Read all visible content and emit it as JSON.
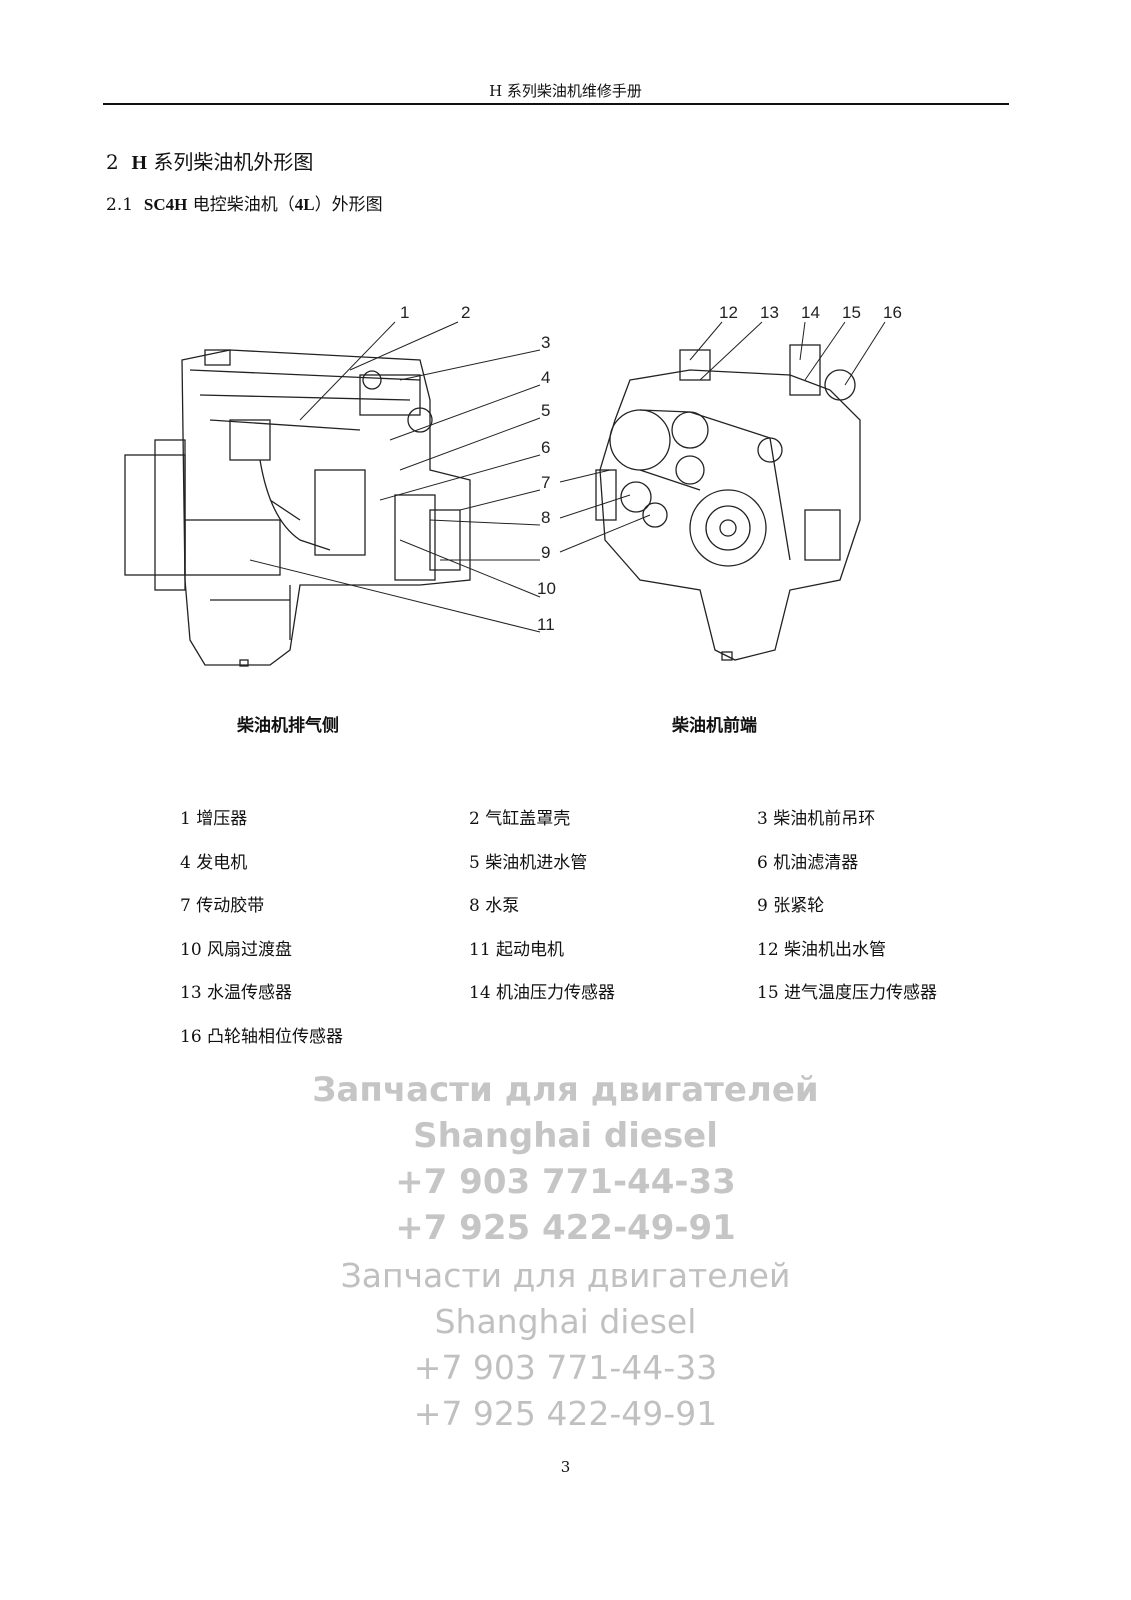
{
  "header": {
    "title": "H 系列柴油机维修手册"
  },
  "section": {
    "number": "2",
    "title_bold": "H",
    "title": "系列柴油机外形图"
  },
  "subsection": {
    "number": "2.1",
    "model": "SC4H",
    "title": "电控柴油机（",
    "variant": "4L",
    "title_end": "）外形图"
  },
  "figure": {
    "callouts_left": [
      "1",
      "2",
      "3",
      "4",
      "5",
      "6",
      "7",
      "8",
      "9",
      "10",
      "11"
    ],
    "callouts_right": [
      "12",
      "13",
      "14",
      "15",
      "16"
    ],
    "caption_left": "柴油机排气侧",
    "caption_right": "柴油机前端"
  },
  "legend": [
    "1 增压器",
    "2 气缸盖罩壳",
    "3 柴油机前吊环",
    "4 发电机",
    "5 柴油机进水管",
    "6 机油滤清器",
    "7 传动胶带",
    "8 水泵",
    "9 张紧轮",
    "10 风扇过渡盘",
    "11 起动电机",
    "12 柴油机出水管",
    "13 水温传感器",
    "14 机油压力传感器",
    "15 进气温度压力传感器",
    "16 凸轮轴相位传感器"
  ],
  "watermark": {
    "line1": "Запчасти для двигателей",
    "line2": "Shanghai diesel",
    "line3": "+7 903 771-44-33",
    "line4": "+7 925 422-49-91"
  },
  "page_number": "3"
}
